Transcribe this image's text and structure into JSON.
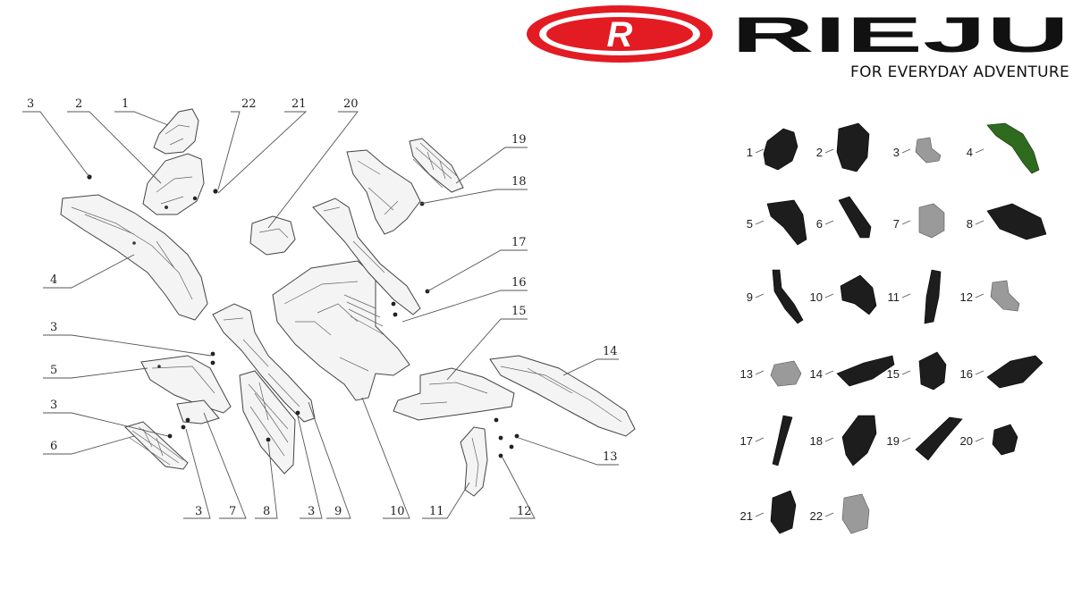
{
  "brand": {
    "logo_letter": "R",
    "name": "RIEJU",
    "tagline": "FOR EVERYDAY ADVENTURE",
    "color_red": "#e31b23",
    "color_black": "#111111"
  },
  "diagram": {
    "callouts": [
      "1",
      "2",
      "3",
      "4",
      "5",
      "6",
      "7",
      "8",
      "9",
      "10",
      "11",
      "12",
      "13",
      "14",
      "15",
      "16",
      "17",
      "18",
      "19",
      "20",
      "21",
      "22"
    ]
  },
  "gallery": {
    "parts": [
      {
        "number": "1",
        "icon": "headlight-bracket-icon"
      },
      {
        "number": "2",
        "icon": "headlight-mask-icon"
      },
      {
        "number": "3",
        "icon": "screw-icon"
      },
      {
        "number": "4",
        "icon": "front-fender-icon",
        "color": "#2f6b1f"
      },
      {
        "number": "5",
        "icon": "side-panel-icon"
      },
      {
        "number": "6",
        "icon": "grille-icon"
      },
      {
        "number": "7",
        "icon": "nut-icon"
      },
      {
        "number": "8",
        "icon": "side-cover-grille-icon"
      },
      {
        "number": "9",
        "icon": "frame-guard-icon"
      },
      {
        "number": "10",
        "icon": "mud-guard-icon"
      },
      {
        "number": "11",
        "icon": "mud-flap-icon"
      },
      {
        "number": "12",
        "icon": "bolt-icon"
      },
      {
        "number": "13",
        "icon": "washer-icon"
      },
      {
        "number": "14",
        "icon": "rear-fender-icon"
      },
      {
        "number": "15",
        "icon": "fender-bracket-icon"
      },
      {
        "number": "16",
        "icon": "airbox-cover-icon"
      },
      {
        "number": "17",
        "icon": "trim-strip-icon"
      },
      {
        "number": "18",
        "icon": "radiator-shroud-icon"
      },
      {
        "number": "19",
        "icon": "shroud-grille-icon"
      },
      {
        "number": "20",
        "icon": "small-bracket-icon"
      },
      {
        "number": "21",
        "icon": "rubber-cap-icon"
      },
      {
        "number": "22",
        "icon": "clip-nut-icon"
      }
    ]
  }
}
